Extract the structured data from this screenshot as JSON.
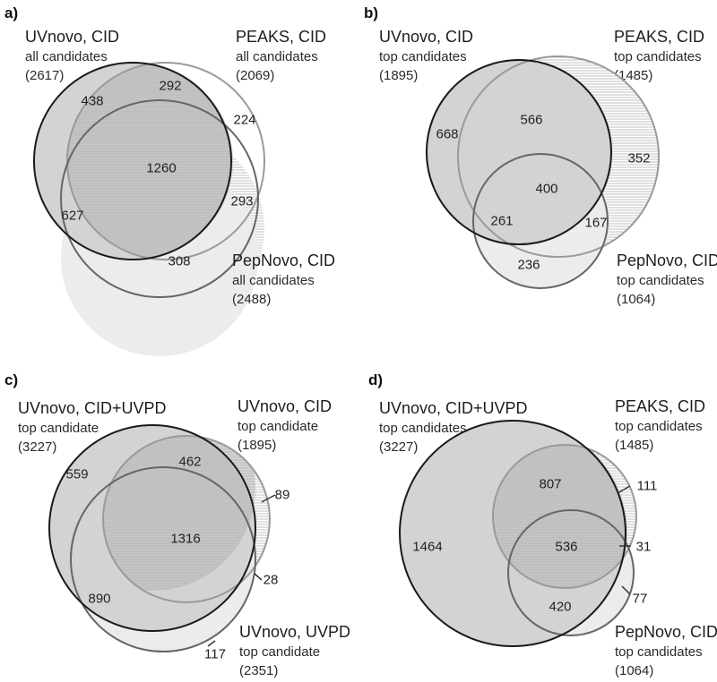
{
  "colors": {
    "set_a_fill": "#d4d4d4",
    "set_a_stroke": "#1a1a1a",
    "set_b_stroke": "#999999",
    "set_c_fill": "#ededed",
    "set_c_stroke": "#666666",
    "hatch_line": "#c2c2c2"
  },
  "panels": [
    {
      "letter": "a)",
      "sets": [
        {
          "title": "UVnovo, CID",
          "subtitle": "all candidates",
          "count": "(2617)"
        },
        {
          "title": "PEAKS, CID",
          "subtitle": "all candidates",
          "count": "(2069)"
        },
        {
          "title": "PepNovo, CID",
          "subtitle": "all candidates",
          "count": "(2488)"
        }
      ],
      "numbers": [
        "438",
        "292",
        "224",
        "1260",
        "627",
        "293",
        "308"
      ]
    },
    {
      "letter": "b)",
      "sets": [
        {
          "title": "UVnovo, CID",
          "subtitle": "top candidates",
          "count": "(1895)"
        },
        {
          "title": "PEAKS, CID",
          "subtitle": "top candidates",
          "count": "(1485)"
        },
        {
          "title": "PepNovo, CID",
          "subtitle": "top candidates",
          "count": "(1064)"
        }
      ],
      "numbers": [
        "668",
        "566",
        "352",
        "400",
        "261",
        "167",
        "236"
      ]
    },
    {
      "letter": "c)",
      "sets": [
        {
          "title": "UVnovo, CID+UVPD",
          "subtitle": "top candidate",
          "count": "(3227)"
        },
        {
          "title": "UVnovo, CID",
          "subtitle": "top candidate",
          "count": "(1895)"
        },
        {
          "title": "UVnovo, UVPD",
          "subtitle": "top candidate",
          "count": "(2351)"
        }
      ],
      "numbers": [
        "559",
        "462",
        "89",
        "1316",
        "890",
        "28",
        "117"
      ]
    },
    {
      "letter": "d)",
      "sets": [
        {
          "title": "UVnovo, CID+UVPD",
          "subtitle": "top candidates",
          "count": "(3227)"
        },
        {
          "title": "PEAKS, CID",
          "subtitle": "top candidates",
          "count": "(1485)"
        },
        {
          "title": "PepNovo, CID",
          "subtitle": "top candidates",
          "count": "(1064)"
        }
      ],
      "numbers": [
        "807",
        "111",
        "1464",
        "536",
        "31",
        "77",
        "420"
      ]
    }
  ]
}
